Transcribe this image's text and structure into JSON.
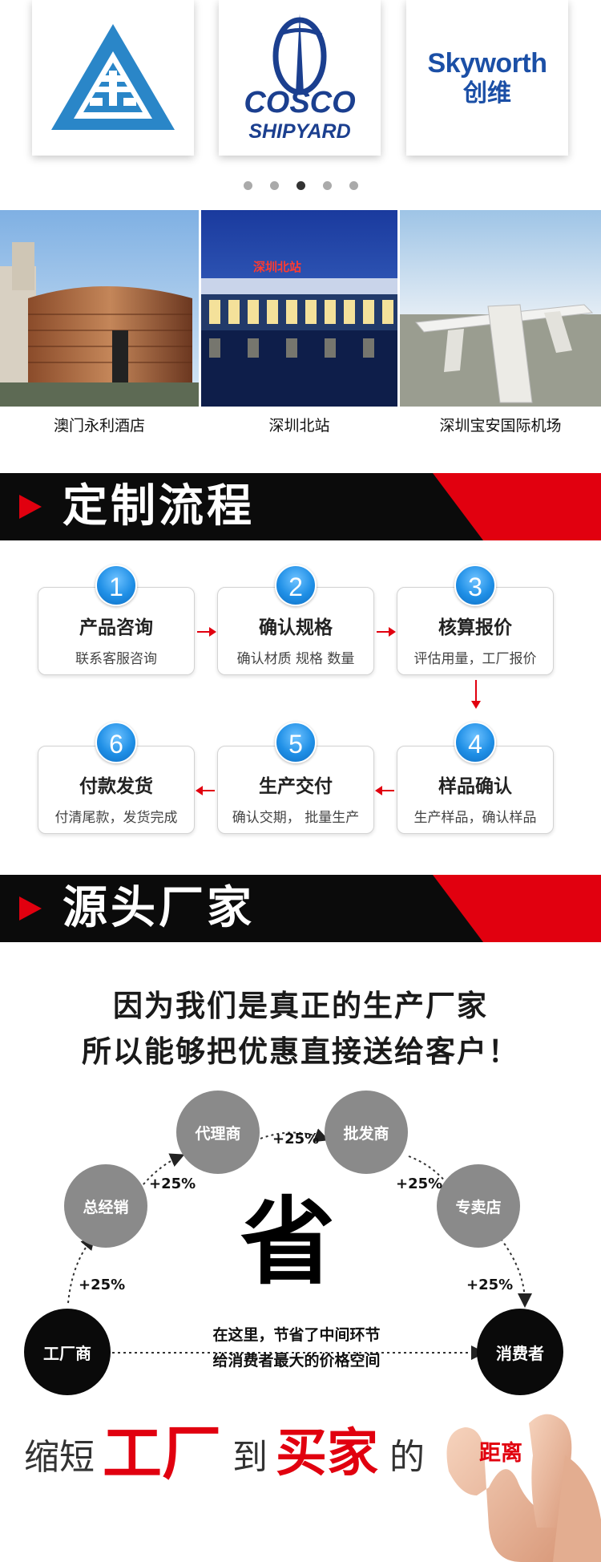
{
  "partners": {
    "cosco_line1": "COSCO",
    "cosco_line2": "SHIPYARD",
    "skyworth_en": "Skyworth",
    "skyworth_cn": "创维"
  },
  "carousel": {
    "dots": 5,
    "active_index": 2
  },
  "projects": [
    {
      "caption": "澳门永利酒店"
    },
    {
      "caption": "深圳北站"
    },
    {
      "caption": "深圳宝安国际机场"
    }
  ],
  "station_sign": "深圳北站",
  "section_process": {
    "title": "定制流程"
  },
  "steps": [
    {
      "num": "1",
      "title": "产品咨询",
      "desc": "联系客服咨询"
    },
    {
      "num": "2",
      "title": "确认规格",
      "desc": "确认材质 规格 数量"
    },
    {
      "num": "3",
      "title": "核算报价",
      "desc": "评估用量，工厂报价"
    },
    {
      "num": "4",
      "title": "样品确认",
      "desc": "生产样品，确认样品"
    },
    {
      "num": "5",
      "title": "生产交付",
      "desc": "确认交期， 批量生产"
    },
    {
      "num": "6",
      "title": "付款发货",
      "desc": "付清尾款，发货完成"
    }
  ],
  "section_factory": {
    "title": "源头厂家"
  },
  "factory": {
    "headline_1": "因为我们是真正的生产厂家",
    "headline_2": "所以能够把优惠直接送给客户！",
    "nodes": {
      "factory": "工厂商",
      "general_distributor": "总经销",
      "agent": "代理商",
      "wholesaler": "批发商",
      "store": "专卖店",
      "consumer": "消费者"
    },
    "markup": "+25%",
    "save_char": "省",
    "note_line1": "在这里，节省了中间环节",
    "note_line2": "给消费者最大的价格空间"
  },
  "distance": {
    "w1": "缩短",
    "w2": "工厂",
    "w3": "到",
    "w4": "买家",
    "w5": "的",
    "w6": "距离"
  },
  "colors": {
    "accent_red": "#e1000f",
    "banner_black": "#0b0b0b",
    "step_blue": "#1f8fe6",
    "brand_blue": "#1b4fa6"
  }
}
